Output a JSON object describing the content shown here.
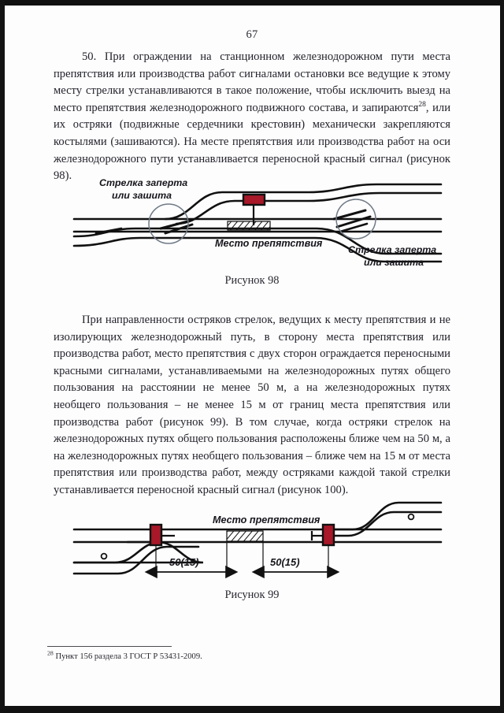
{
  "document": {
    "page_number": "67",
    "language": "ru"
  },
  "paragraphs": {
    "p50_prefix": "50. При ограждении на станционном железнодорожном пути места препятствия или производства работ сигналами остановки все ведущие к этому месту стрелки устанавливаются в такое положение, чтобы исключить выезд на место препятствия железнодорожного подвижного состава, и запираются",
    "p50_footnote_marker": "28",
    "p50_suffix": ", или их остряки (подвижные сердечники крестовин) механически закрепляются костылями (зашиваются). На месте препятствия или производства работ на оси железнодорожного пути устанавливается переносной красный сигнал (рисунок 98).",
    "p51": "При направленности остряков стрелок, ведущих к месту препятствия и не изолирующих железнодорожный путь, в сторону места препятствия или производства работ, место препятствия с двух сторон ограждается переносными красными сигналами, устанавливаемыми на железнодорожных путях общего пользования на расстоянии не менее 50 м, а на железнодорожных путях необщего пользования – не менее 15 м от границ места препятствия или производства работ (рисунок 99). В том случае, когда остряки стрелок на железнодорожных путях общего пользования расположены ближе чем на 50 м, а на железнодорожных путях необщего пользования – ближе чем на 15 м от места препятствия или производства работ, между остряками каждой такой стрелки устанавливается переносной красный сигнал (рисунок 100)."
  },
  "figures": [
    {
      "id": "figure-98",
      "caption": "Рисунок 98",
      "labels": {
        "switch_left_line1": "Стрелка заперта",
        "switch_left_line2": "или зашита",
        "obstacle": "Место препятствия",
        "switch_right_line1": "Стрелка заперта",
        "switch_right_line2": "или зашита"
      },
      "colors": {
        "signal_red": "#a81828",
        "track_black": "#111111"
      }
    },
    {
      "id": "figure-99",
      "caption": "Рисунок 99",
      "labels": {
        "obstacle": "Место препятствия",
        "distance_left": "50(15)",
        "distance_right": "50(15)"
      },
      "colors": {
        "signal_red": "#a81828",
        "track_black": "#111111"
      }
    }
  ],
  "footnote": {
    "marker": "28",
    "text": " Пункт 156 раздела 3 ГОСТ Р 53431-2009."
  }
}
